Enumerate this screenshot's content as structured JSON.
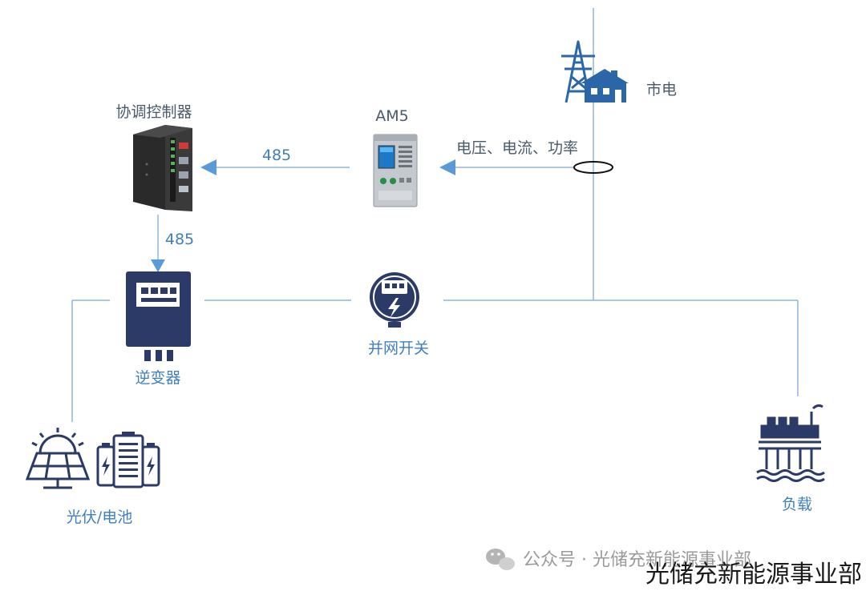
{
  "nodes": {
    "grid": {
      "label": "市电"
    },
    "controller": {
      "label": "协调控制器"
    },
    "am5": {
      "label": "AM5"
    },
    "inverter": {
      "label": "逆变器"
    },
    "grid_switch": {
      "label": "并网开关"
    },
    "pv_battery": {
      "label": "光伏/电池"
    },
    "load": {
      "label": "负载"
    }
  },
  "links": {
    "am5_to_controller": "485",
    "controller_to_inverter": "485",
    "grid_to_am5": "电压、电流、功率"
  },
  "watermark": {
    "small": "公众号 · 光储充新能源事业部",
    "big": "光储充新能源事业部"
  },
  "colors": {
    "line": "#8fb6da",
    "arrow": "#5b9bd5",
    "icon_blue": "#2a66a8",
    "icon_navy": "#2b3a66",
    "label": "#3f7fc0"
  }
}
